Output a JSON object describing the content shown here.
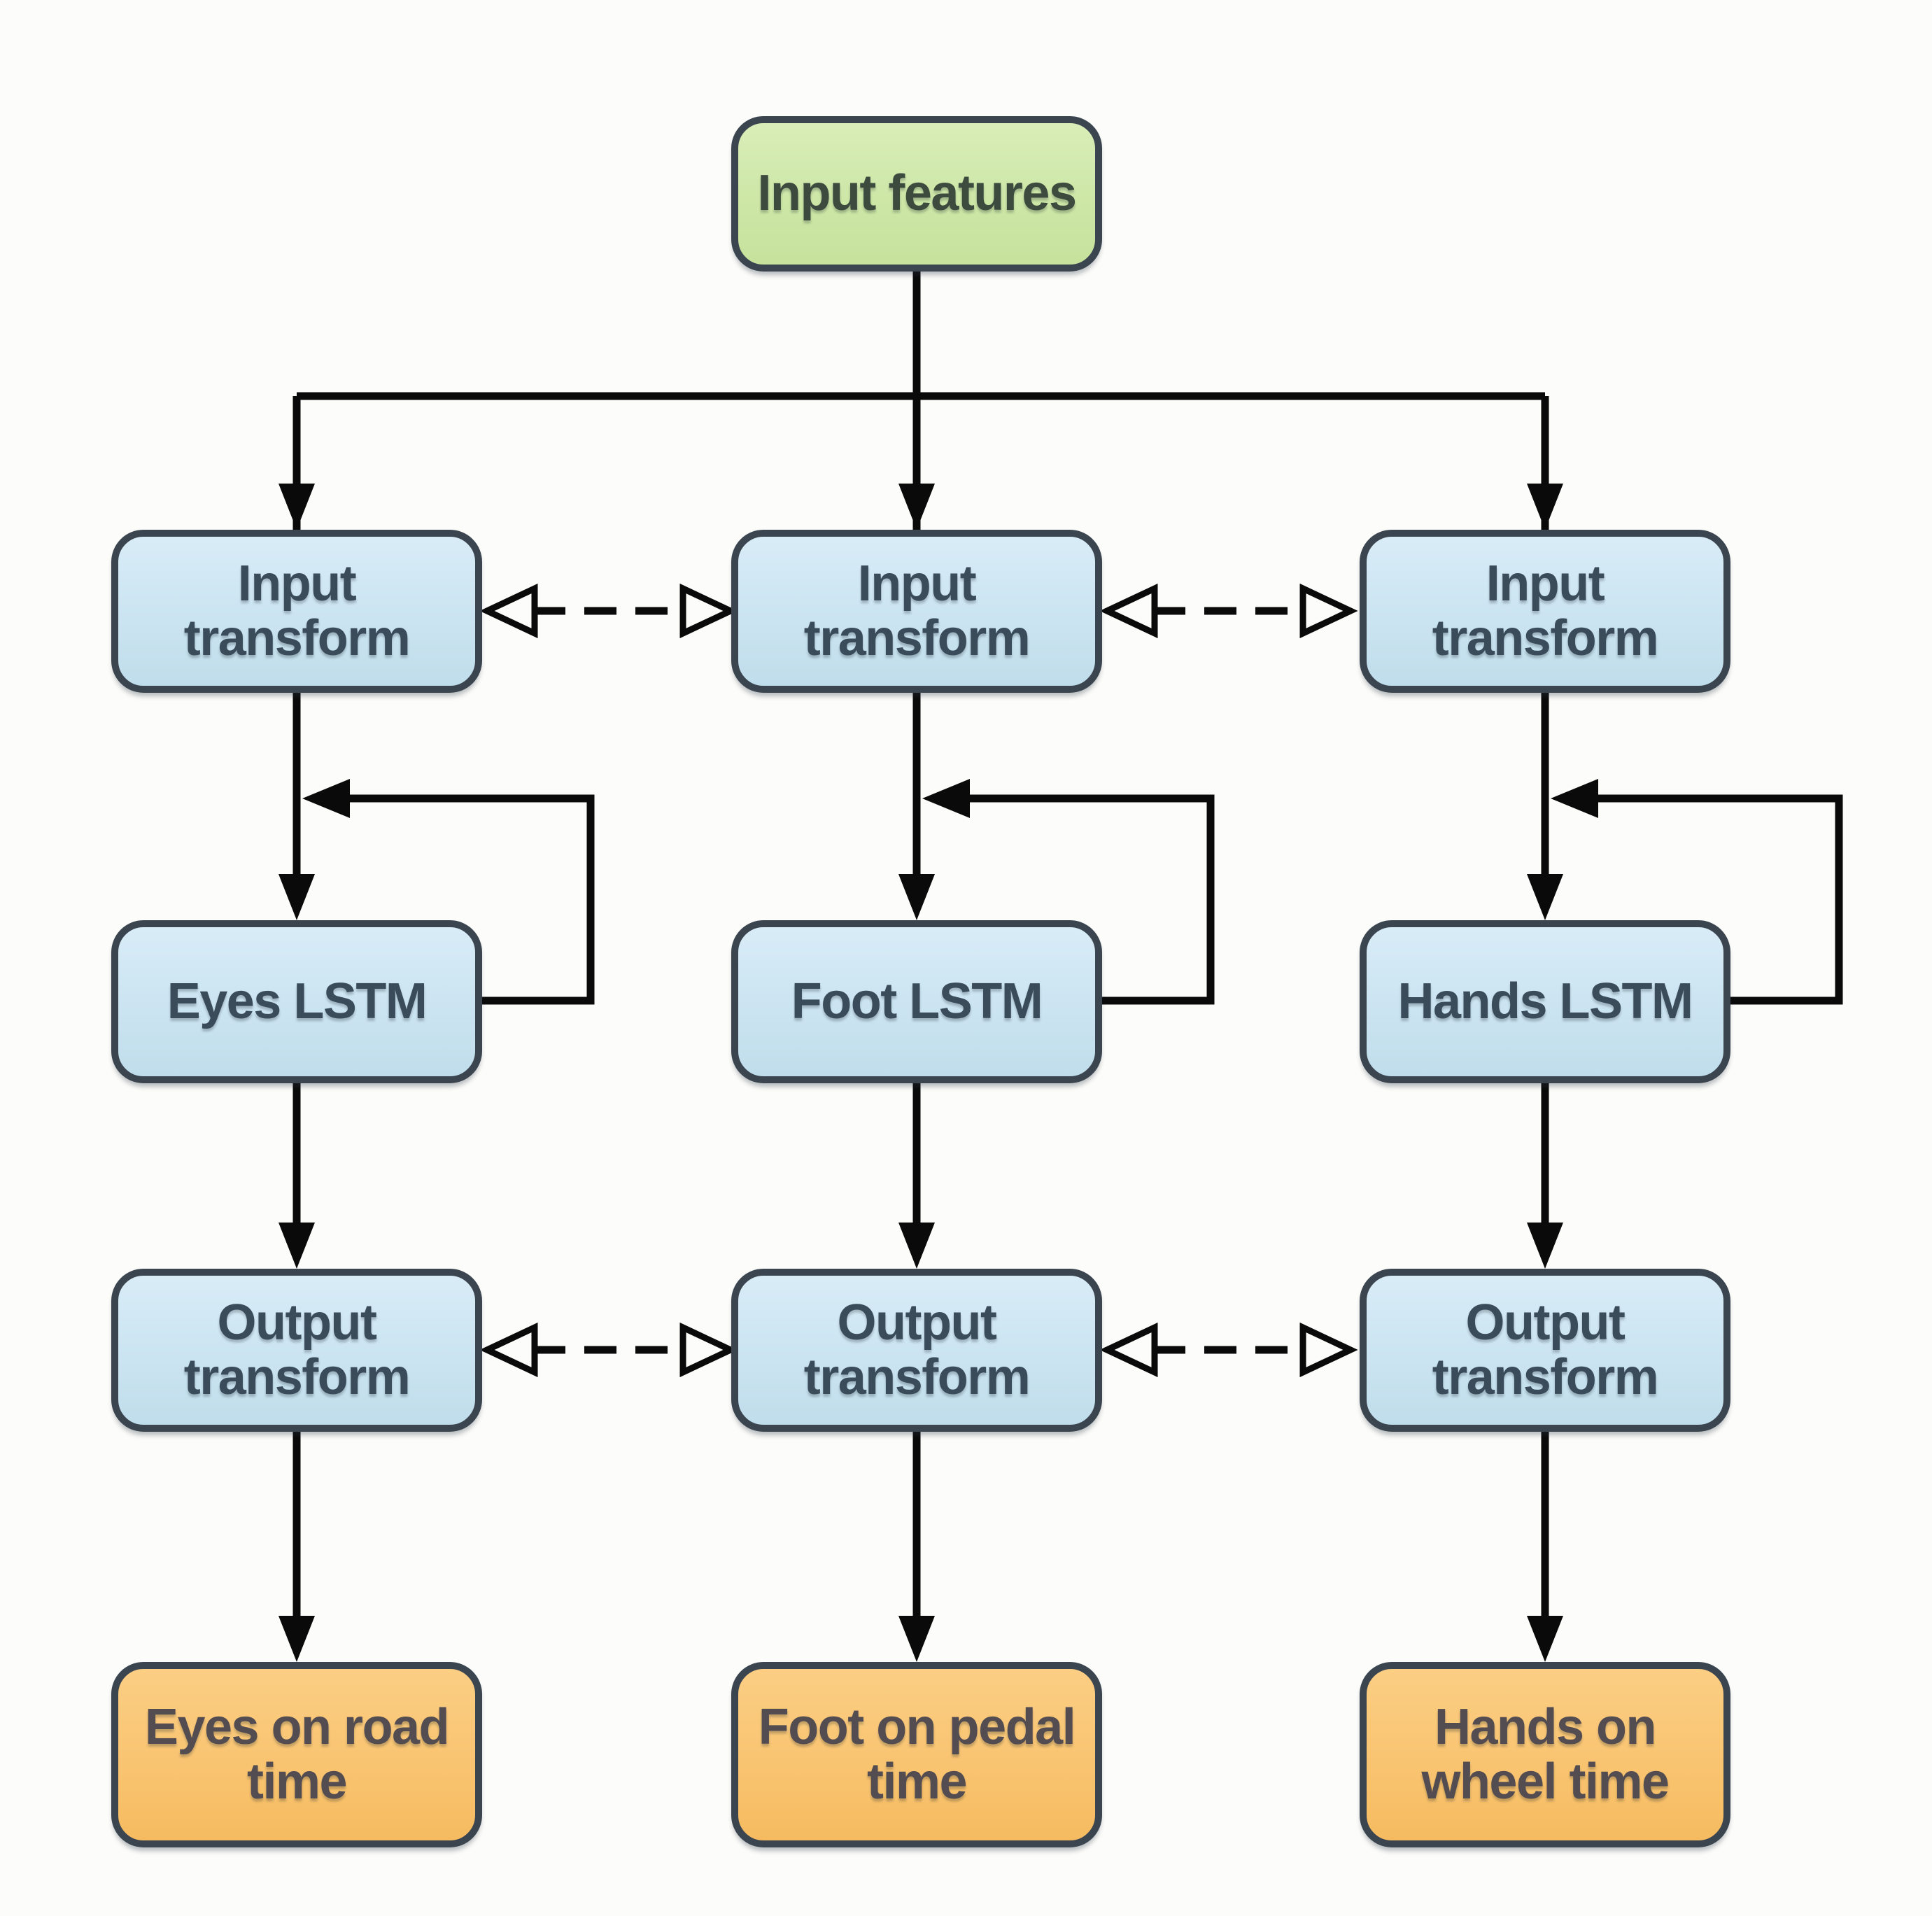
{
  "diagram": {
    "type": "flowchart",
    "description": "Multi-task LSTM network: shared input features feed three parallel branches (eyes, foot, hands), each with an input transform, a recurrent LSTM, an output transform and a task output; dashed bidirectional arrows link sibling transforms; solid loop arrows show LSTM recurrence.",
    "nodes": {
      "input_features": {
        "label": "Input features",
        "kind": "input"
      },
      "input_transform_1": {
        "label": "Input\ntransform",
        "kind": "hidden"
      },
      "input_transform_2": {
        "label": "Input\ntransform",
        "kind": "hidden"
      },
      "input_transform_3": {
        "label": "Input\ntransform",
        "kind": "hidden"
      },
      "eyes_lstm": {
        "label": "Eyes LSTM",
        "kind": "hidden"
      },
      "foot_lstm": {
        "label": "Foot LSTM",
        "kind": "hidden"
      },
      "hands_lstm": {
        "label": "Hands LSTM",
        "kind": "hidden"
      },
      "output_transform_1": {
        "label": "Output\ntransform",
        "kind": "hidden"
      },
      "output_transform_2": {
        "label": "Output\ntransform",
        "kind": "hidden"
      },
      "output_transform_3": {
        "label": "Output\ntransform",
        "kind": "hidden"
      },
      "eyes_on_road_time": {
        "label": "Eyes on road\ntime",
        "kind": "output"
      },
      "foot_on_pedal_time": {
        "label": "Foot on pedal\ntime",
        "kind": "output"
      },
      "hands_on_wheel_time": {
        "label": "Hands on\nwheel time",
        "kind": "output"
      }
    },
    "edges": [
      {
        "from": "input_features",
        "to": "input_transform_1",
        "style": "solid-arrow"
      },
      {
        "from": "input_features",
        "to": "input_transform_2",
        "style": "solid-arrow"
      },
      {
        "from": "input_features",
        "to": "input_transform_3",
        "style": "solid-arrow"
      },
      {
        "from": "input_transform_1",
        "to": "input_transform_2",
        "style": "dashed-bidirectional-open-arrow"
      },
      {
        "from": "input_transform_2",
        "to": "input_transform_3",
        "style": "dashed-bidirectional-open-arrow"
      },
      {
        "from": "input_transform_1",
        "to": "eyes_lstm",
        "style": "solid-arrow"
      },
      {
        "from": "input_transform_2",
        "to": "foot_lstm",
        "style": "solid-arrow"
      },
      {
        "from": "input_transform_3",
        "to": "hands_lstm",
        "style": "solid-arrow"
      },
      {
        "from": "eyes_lstm",
        "to": "eyes_lstm",
        "style": "recurrent-loop-arrow"
      },
      {
        "from": "foot_lstm",
        "to": "foot_lstm",
        "style": "recurrent-loop-arrow"
      },
      {
        "from": "hands_lstm",
        "to": "hands_lstm",
        "style": "recurrent-loop-arrow"
      },
      {
        "from": "eyes_lstm",
        "to": "output_transform_1",
        "style": "solid-arrow"
      },
      {
        "from": "foot_lstm",
        "to": "output_transform_2",
        "style": "solid-arrow"
      },
      {
        "from": "hands_lstm",
        "to": "output_transform_3",
        "style": "solid-arrow"
      },
      {
        "from": "output_transform_1",
        "to": "output_transform_2",
        "style": "dashed-bidirectional-open-arrow"
      },
      {
        "from": "output_transform_2",
        "to": "output_transform_3",
        "style": "dashed-bidirectional-open-arrow"
      },
      {
        "from": "output_transform_1",
        "to": "eyes_on_road_time",
        "style": "solid-arrow"
      },
      {
        "from": "output_transform_2",
        "to": "foot_on_pedal_time",
        "style": "solid-arrow"
      },
      {
        "from": "output_transform_3",
        "to": "hands_on_wheel_time",
        "style": "solid-arrow"
      }
    ],
    "colors": {
      "background": "#fcfcfa",
      "node_border": "#3b4550",
      "arrow": "#0a0a0a",
      "input_node_fill": "#cde7a7",
      "hidden_node_fill": "#cbe4f1",
      "output_node_fill": "#f9c471",
      "input_node_text": "#3c4b3d",
      "hidden_node_text": "#3a4c5a",
      "output_node_text": "#534c50"
    }
  }
}
